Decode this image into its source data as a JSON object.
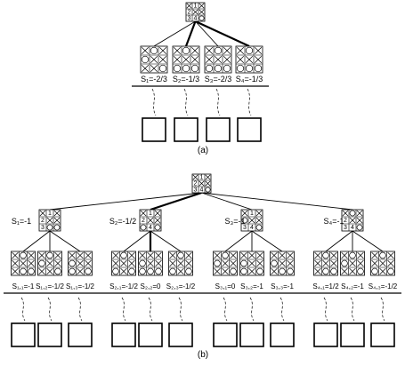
{
  "diagram_a": {
    "root_board": {
      "cells": [
        "X",
        "1",
        "X",
        "2",
        "X",
        "X",
        "3",
        "4",
        "O"
      ]
    },
    "children": [
      {
        "score": "S₁=-2/3",
        "cells": [
          "X",
          "O",
          "X",
          "O",
          "X",
          "X",
          "X",
          "X",
          "O"
        ]
      },
      {
        "score": "S₂=-1/3",
        "cells": [
          "X",
          "O",
          "X",
          "X",
          "X",
          "X",
          "O",
          "O",
          "O"
        ]
      },
      {
        "score": "S₃=-2/3",
        "cells": [
          "X",
          "O",
          "X",
          "X",
          "X",
          "X",
          "O",
          "O",
          "O"
        ]
      },
      {
        "score": "S₄=-1/3",
        "cells": [
          "X",
          "O",
          "X",
          "X",
          "X",
          "X",
          "O",
          "O",
          "O"
        ]
      }
    ],
    "caption": "(a)"
  },
  "diagram_b": {
    "root_board": {
      "cells": [
        "X",
        "1",
        "X",
        "2",
        "X",
        "X",
        "3",
        "4",
        "O"
      ]
    },
    "level1": [
      {
        "score": "S₁=-1",
        "cells": [
          "X",
          "1",
          "X",
          "2",
          "X",
          "X",
          "3",
          "O",
          "O"
        ]
      },
      {
        "score": "S₂=-1/2",
        "cells": [
          "X",
          "1",
          "X",
          "2",
          "X",
          "X",
          "O",
          "4",
          "O"
        ]
      },
      {
        "score": "S₃=-1",
        "cells": [
          "X",
          "1",
          "X",
          "O",
          "X",
          "X",
          "3",
          "4",
          "O"
        ]
      },
      {
        "score": "S₄=-1",
        "cells": [
          "X",
          "O",
          "X",
          "2",
          "X",
          "X",
          "3",
          "4",
          "O"
        ]
      }
    ],
    "level2": [
      {
        "score": "S₁,₁=-1",
        "cells": [
          "X",
          "O",
          "X",
          "X",
          "X",
          "X",
          "X",
          "O",
          "O"
        ]
      },
      {
        "score": "S₁,₂=-1/2",
        "cells": [
          "X",
          "O",
          "X",
          "O",
          "X",
          "X",
          "X",
          "X",
          "O"
        ]
      },
      {
        "score": "S₁,₃=-1/2",
        "cells": [
          "X",
          "X",
          "X",
          "O",
          "X",
          "X",
          "O",
          "X",
          "O"
        ]
      },
      {
        "score": "S₂,₁=-1/2",
        "cells": [
          "X",
          "O",
          "X",
          "X",
          "X",
          "X",
          "O",
          "X",
          "O"
        ]
      },
      {
        "score": "S₂,₂=0",
        "cells": [
          "X",
          "X",
          "X",
          "O",
          "X",
          "X",
          "O",
          "O",
          "O"
        ]
      },
      {
        "score": "S₂,₃=-1/2",
        "cells": [
          "X",
          "O",
          "X",
          "X",
          "X",
          "X",
          "O",
          "X",
          "O"
        ]
      },
      {
        "score": "S₃,₁=0",
        "cells": [
          "X",
          "O",
          "X",
          "O",
          "X",
          "X",
          "X",
          "X",
          "O"
        ]
      },
      {
        "score": "S₃,₂=-1",
        "cells": [
          "X",
          "X",
          "X",
          "O",
          "X",
          "X",
          "O",
          "X",
          "O"
        ]
      },
      {
        "score": "S₃,₃=-1",
        "cells": [
          "X",
          "X",
          "X",
          "O",
          "X",
          "X",
          "X",
          "O",
          "O"
        ]
      },
      {
        "score": "S₄,₁=1/2",
        "cells": [
          "X",
          "O",
          "X",
          "X",
          "X",
          "X",
          "X",
          "O",
          "O"
        ]
      },
      {
        "score": "S₄,₂=-1",
        "cells": [
          "X",
          "O",
          "X",
          "O",
          "X",
          "X",
          "X",
          "X",
          "O"
        ]
      },
      {
        "score": "S₄,₃=-1/2",
        "cells": [
          "X",
          "O",
          "X",
          "X",
          "X",
          "X",
          "O",
          "X",
          "O"
        ]
      }
    ],
    "caption": "(b)"
  }
}
